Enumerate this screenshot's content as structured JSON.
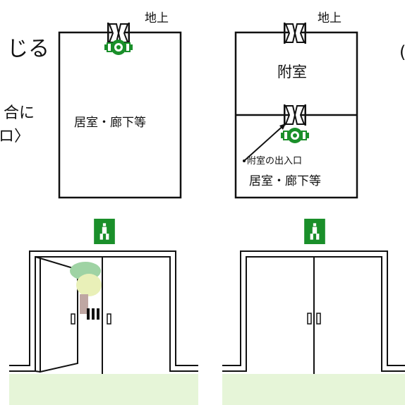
{
  "left_fragments": {
    "line1": "じる",
    "line2": "合に",
    "line3": "ロ〉"
  },
  "panel_left": {
    "above_ground": "地上",
    "room_label": "居室・廊下等"
  },
  "panel_right": {
    "above_ground": "地上",
    "anteroom_label": "附室",
    "entrance_label": "附室の出入口",
    "room_label": "居室・廊下等"
  },
  "right_fragment": "(",
  "colors": {
    "sign_green": "#1a8f2a",
    "floor_green": "#e6f5d8",
    "line": "#111111"
  },
  "icons": [
    "pictogram-sign",
    "double-door",
    "butterfly-door-symbol"
  ]
}
